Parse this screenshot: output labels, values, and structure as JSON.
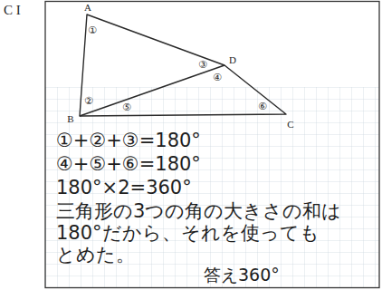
{
  "diagram": {
    "labels": [
      "C I",
      "A",
      "B",
      "C",
      "D",
      "①",
      "②",
      "③",
      "④",
      "⑤",
      "⑥",
      "①+②+③=180°",
      "④+⑤+⑥=180°",
      "180°×2=360°",
      "三角形の3つの角の大きさの和は",
      "180°だから、それを使っても",
      "とめた。",
      "答え360°"
    ]
  }
}
